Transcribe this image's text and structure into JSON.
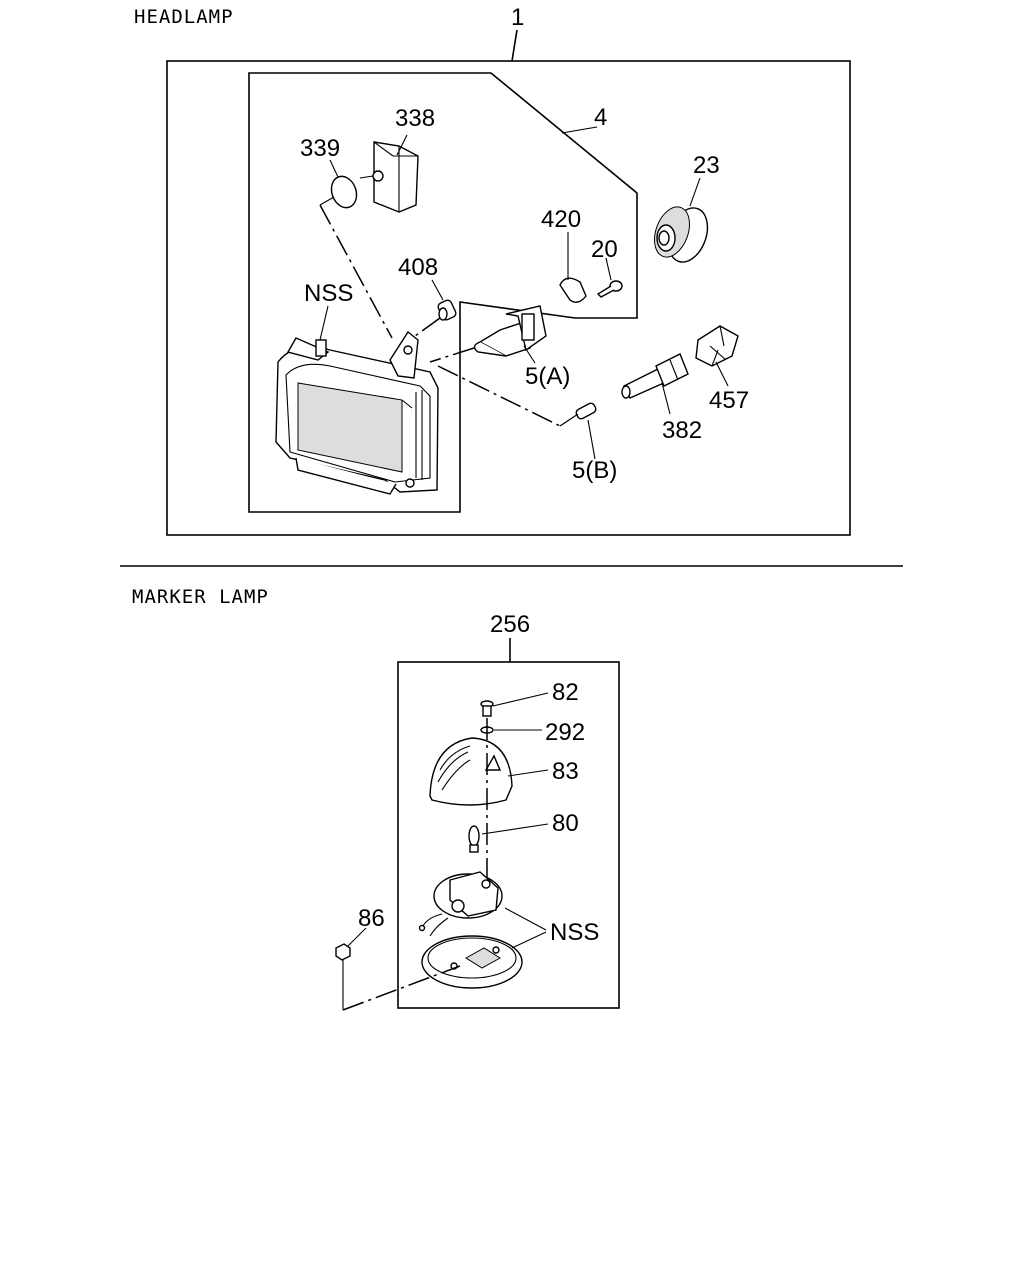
{
  "sections": [
    {
      "title": "HEADLAMP",
      "callouts": {
        "c1": "1",
        "c4": "4",
        "c338": "338",
        "c339": "339",
        "c23": "23",
        "c420": "420",
        "c20": "20",
        "c408": "408",
        "cNSS": "NSS",
        "c5a": "5(A)",
        "c457": "457",
        "c382": "382",
        "c5b": "5(B)"
      }
    },
    {
      "title": "MARKER LAMP",
      "callouts": {
        "c256": "256",
        "c82": "82",
        "c292": "292",
        "c83": "83",
        "c80": "80",
        "c86": "86",
        "cNSS": "NSS"
      }
    }
  ]
}
